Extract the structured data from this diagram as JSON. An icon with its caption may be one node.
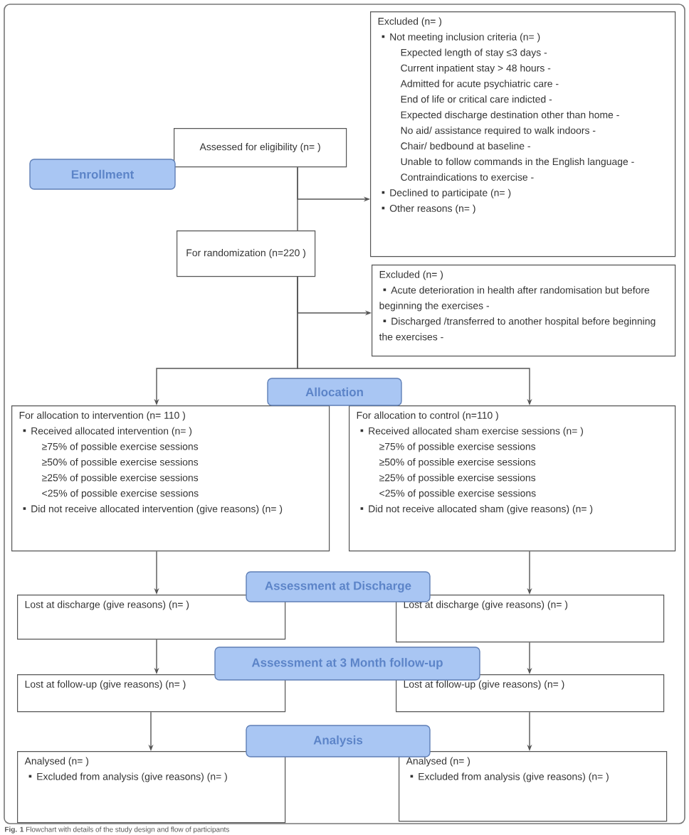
{
  "diagram": {
    "caption": "**Fig. 1** Flowchart with details of the study design and flow of participants",
    "nodes": [
      {
        "text": [
          "Excluded (n= )",
          "Not meeting inclusion criteria (n= )",
          "Expected length of stay ≤3 days -",
          "Current inpatient stay > 48 hours -",
          "Admitted for acute psychiatric care -",
          "End of life or critical care indicted -",
          "Expected discharge destination other than home -",
          "No aid/ assistance required to walk indoors -",
          "Chair/ bedbound at baseline -",
          "Unable to follow commands in the English language -",
          "Contraindications to exercise -",
          "Declined to participate (n= )",
          "Other reasons (n= )"
        ]
      },
      {
        "text": [
          "Assessed for eligibility (n= )"
        ]
      },
      {
        "text": [
          "Enrollment"
        ]
      },
      {
        "text": [
          "For randomization (n=220 )"
        ]
      },
      {
        "text": [
          "Excluded (n= )",
          "Acute deterioration in health after randomisation but before beginning the exercises -",
          "Discharged /transferred to another hospital before beginning the exercises -"
        ]
      },
      {
        "text": [
          "Allocation"
        ]
      },
      {
        "text": [
          "For allocation to intervention (n= 110 )",
          "Received allocated intervention (n= )",
          "≥75% of possible exercise sessions",
          "≥50% of possible exercise sessions",
          "≥25% of possible exercise sessions",
          "<25% of possible exercise sessions",
          "Did not receive allocated intervention (give reasons) (n= )"
        ]
      },
      {
        "text": [
          "For allocation to control (n=110 )",
          "Received allocated sham exercise sessions (n= )",
          "≥75% of possible exercise sessions",
          "≥50% of possible exercise sessions",
          "≥25% of possible exercise sessions",
          "<25% of possible exercise sessions",
          "Did not receive allocated sham (give reasons) (n= )"
        ]
      },
      {
        "text": [
          "Assessment at Discharge"
        ]
      },
      {
        "text": [
          "Lost at discharge (give reasons) (n= )"
        ]
      },
      {
        "text": [
          "Lost at discharge (give reasons) (n= )"
        ]
      },
      {
        "text": [
          "Assessment at 3 Month follow-up"
        ]
      },
      {
        "text": [
          "Lost at follow-up (give reasons) (n= )"
        ]
      },
      {
        "text": [
          "Lost at follow-up (give reasons) (n= )"
        ]
      },
      {
        "text": [
          "Analysis"
        ]
      },
      {
        "text": [
          "Analysed (n= )",
          "Excluded from analysis (give reasons) (n= )"
        ]
      },
      {
        "text": [
          "Analysed (n= )",
          "Excluded from analysis (give reasons) (n= )"
        ]
      }
    ],
    "edges": [
      {
        "from": 1,
        "to": 3,
        "arrow": "none"
      },
      {
        "from": 1,
        "to": 0,
        "arrow": "to"
      },
      {
        "from": 3,
        "to": 4,
        "arrow": "to"
      },
      {
        "from": 3,
        "to": 6,
        "arrow": "to"
      },
      {
        "from": 3,
        "to": 7,
        "arrow": "to"
      },
      {
        "from": 6,
        "to": 9,
        "arrow": "to"
      },
      {
        "from": 7,
        "to": 10,
        "arrow": "to"
      },
      {
        "from": 9,
        "to": 12,
        "arrow": "to"
      },
      {
        "from": 10,
        "to": 13,
        "arrow": "to"
      },
      {
        "from": 12,
        "to": 15,
        "arrow": "to"
      },
      {
        "from": 13,
        "to": 16,
        "arrow": "to"
      }
    ]
  }
}
